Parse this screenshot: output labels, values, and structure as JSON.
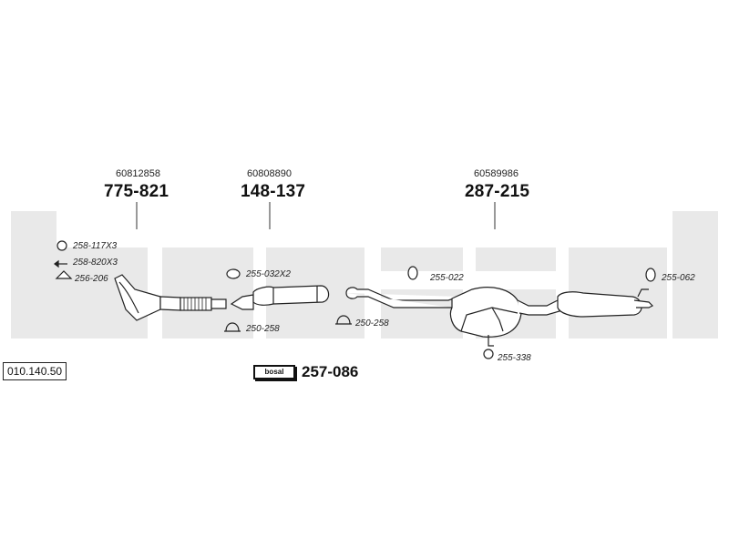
{
  "diagram": {
    "reference_number": "010.140.50",
    "groups": [
      {
        "oem": "60812858",
        "main_part": "775-821"
      },
      {
        "oem": "60808890",
        "main_part": "148-137"
      },
      {
        "oem": "60589986",
        "main_part": "287-215"
      }
    ],
    "accessories": [
      "258-117X3",
      "258-820X3",
      "256-206",
      "255-032X2",
      "250-258",
      "250-258",
      "255-022",
      "255-338",
      "255-062"
    ],
    "kit": {
      "logo_text": "bosal",
      "part": "257-086"
    }
  }
}
